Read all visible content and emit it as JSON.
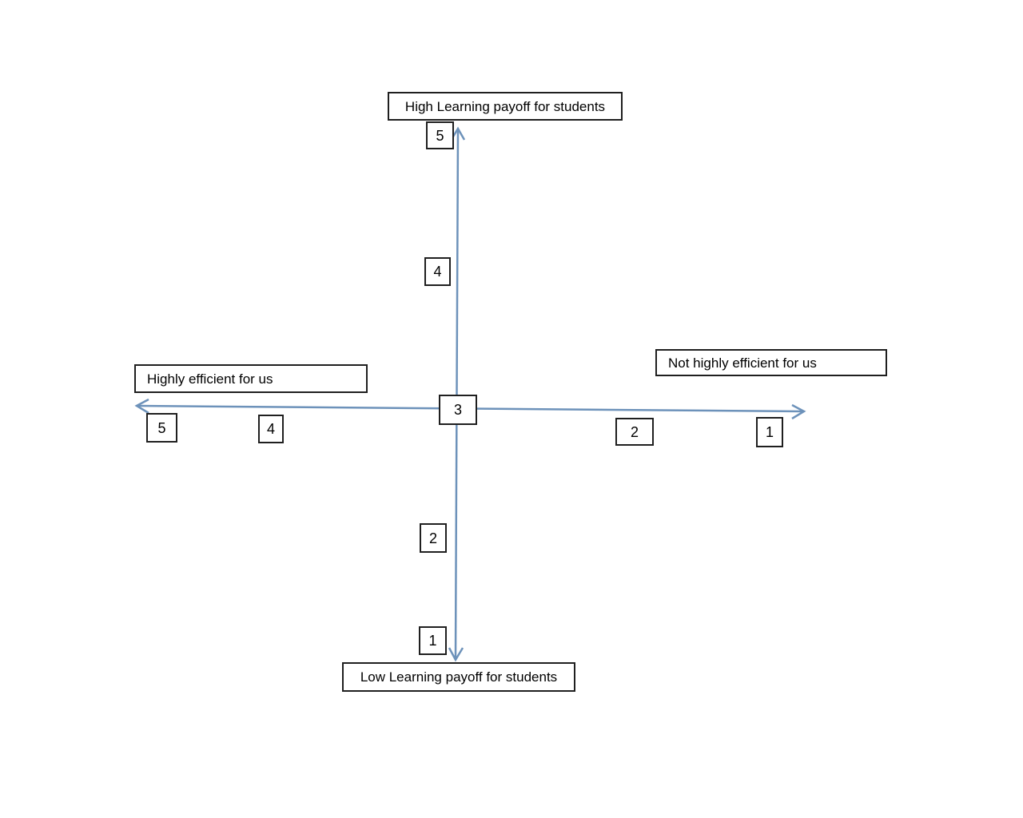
{
  "diagram": {
    "type": "quadrant-axis-diagram",
    "axis_color": "#6d92ba",
    "box_border_color": "#1f1f1f",
    "labels": {
      "top": "High Learning payoff for students",
      "bottom": "Low Learning payoff for students",
      "left": "Highly efficient for us",
      "right": "Not highly efficient for us"
    },
    "center_value": "3",
    "vertical_ticks": {
      "t5": "5",
      "t4": "4",
      "t2": "2",
      "t1": "1"
    },
    "horizontal_ticks": {
      "t5": "5",
      "t4": "4",
      "t2": "2",
      "t1": "1"
    }
  }
}
